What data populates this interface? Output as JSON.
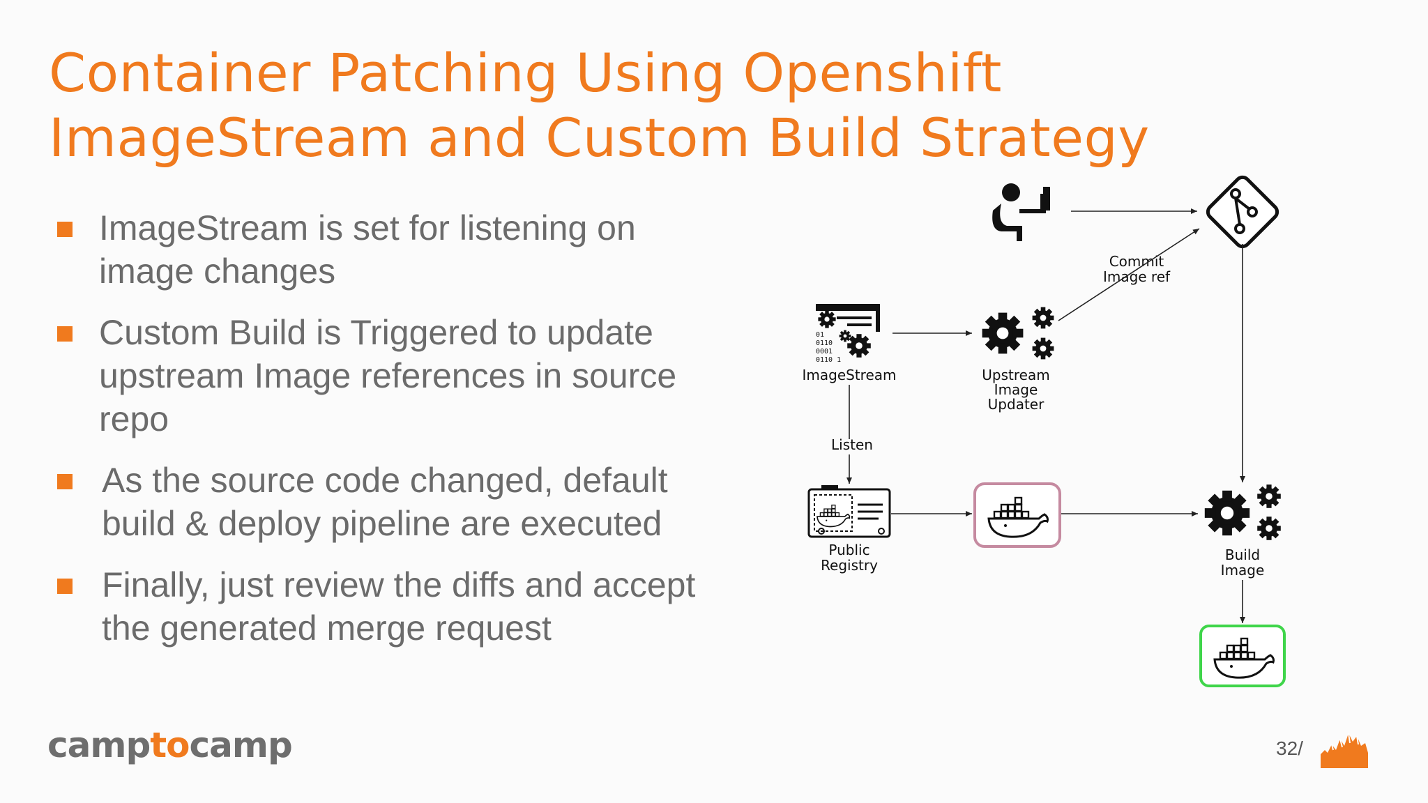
{
  "title": {
    "line1": "Container Patching Using Openshift",
    "line2": "ImageStream and Custom Build Strategy"
  },
  "bullets": [
    {
      "lines": [
        "ImageStream is set for listening on",
        "image changes"
      ]
    },
    {
      "lines": [
        "Custom Build is Triggered to update",
        "upstream Image references in source",
        "repo"
      ]
    },
    {
      "lines": [
        "As the source code changed, default",
        "build & deploy pipeline are executed"
      ]
    },
    {
      "lines": [
        "Finally, just review the diffs and accept",
        "the generated merge request"
      ]
    }
  ],
  "diagram": {
    "imagestream_label": "ImageStream",
    "imagestream_binary": [
      "01",
      "0110",
      "0001",
      "0110 1"
    ],
    "updater_label": [
      "Upstream",
      "Image",
      "Updater"
    ],
    "commit_label": [
      "Commit",
      "Image ref"
    ],
    "listen_label": "Listen",
    "registry_label": [
      "Public",
      "Registry"
    ],
    "build_label": [
      "Build",
      "Image"
    ],
    "colors": {
      "pink_border": "#c58aa0",
      "green_border": "#3fd54a"
    }
  },
  "footer": {
    "brand_part1": "camp",
    "brand_part2": "to",
    "brand_part3": "camp",
    "page_number": "32/"
  },
  "colors": {
    "accent": "#f07a1e",
    "body_text": "#6b6b6b"
  }
}
